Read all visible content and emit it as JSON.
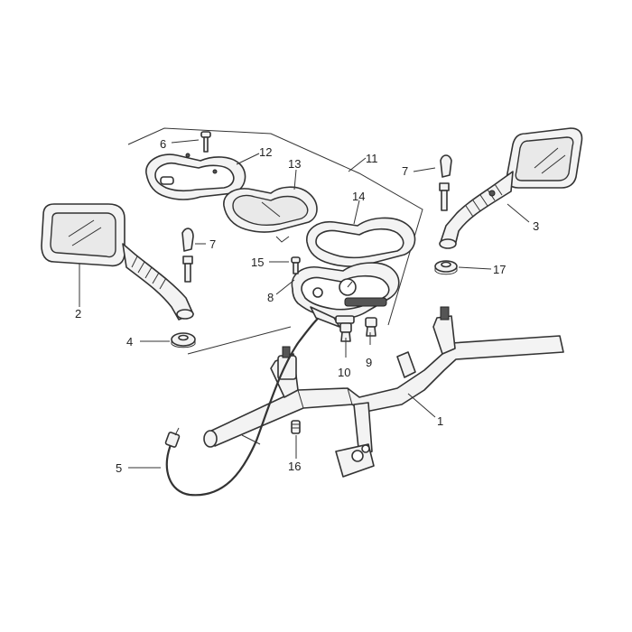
{
  "callouts": {
    "c1": "1",
    "c2": "2",
    "c3": "3",
    "c4": "4",
    "c5": "5",
    "c6": "6",
    "c7a": "7",
    "c7b": "7",
    "c8": "8",
    "c9": "9",
    "c10": "10",
    "c11": "11",
    "c12": "12",
    "c13": "13",
    "c14": "14",
    "c15": "15",
    "c16": "16",
    "c17": "17"
  }
}
